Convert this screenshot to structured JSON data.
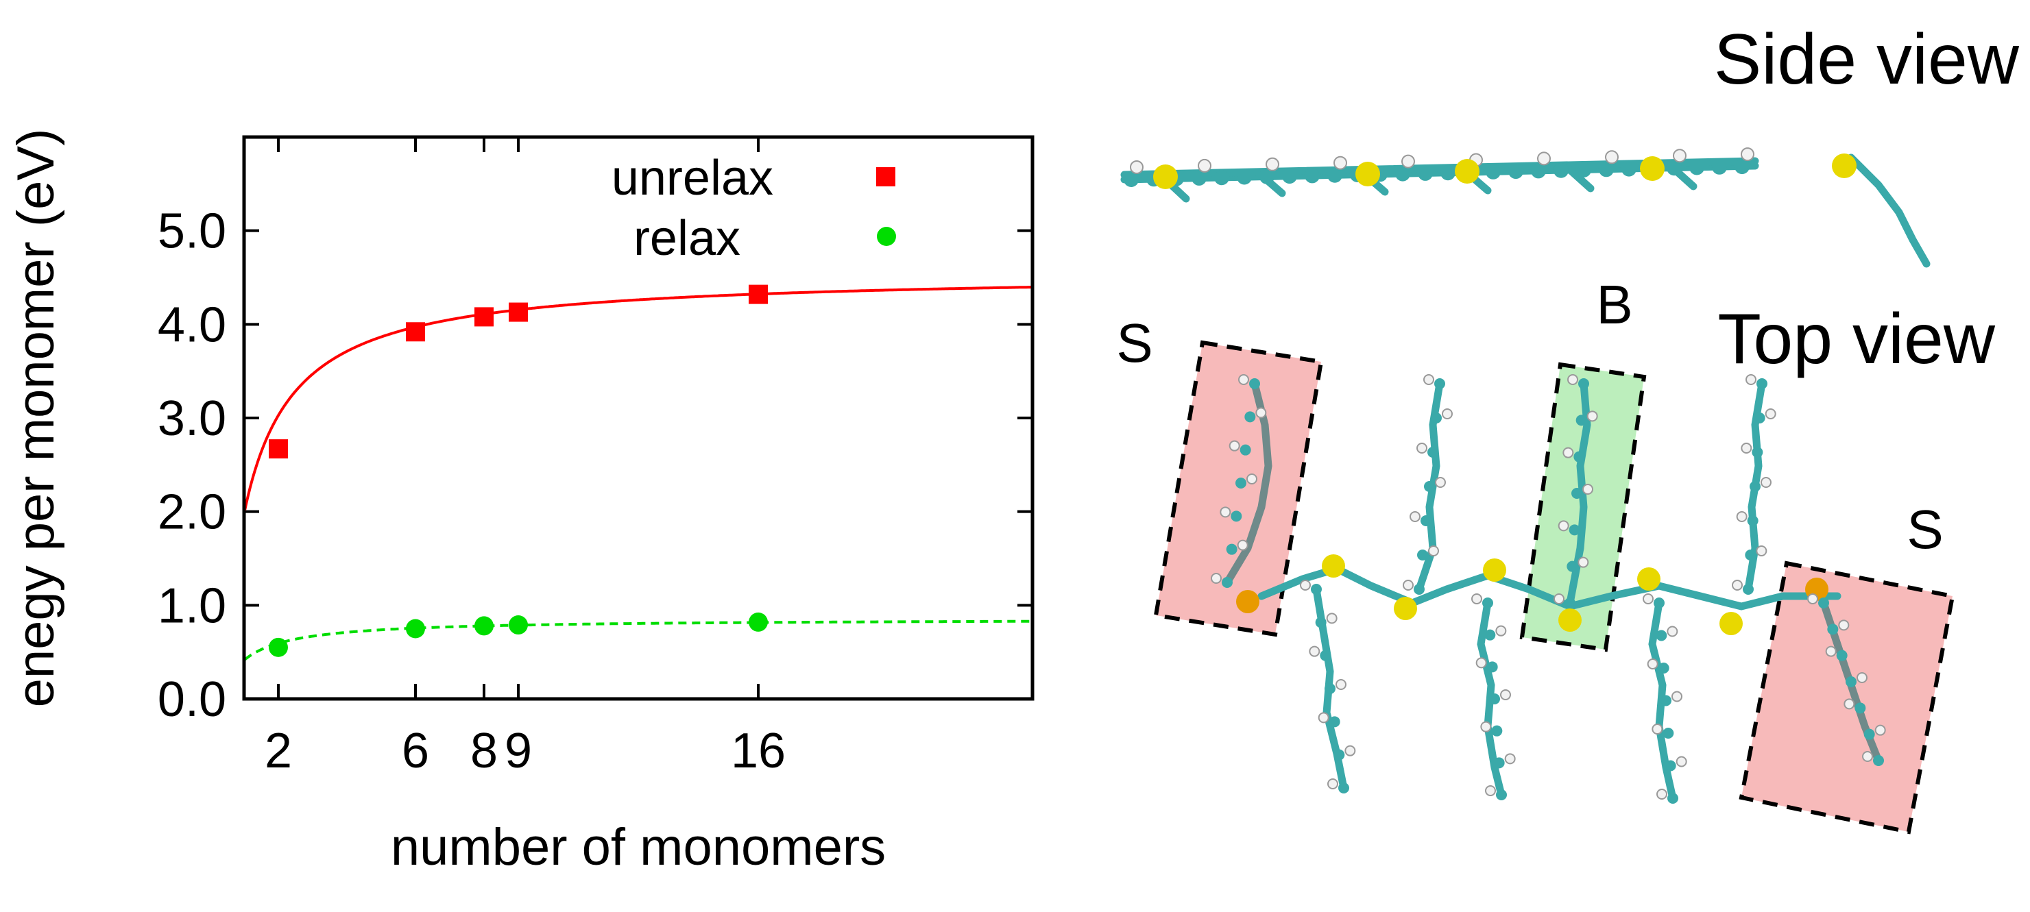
{
  "chart_data": {
    "type": "scatter",
    "xlabel": "number of monomers",
    "ylabel": "enegy per monomer (eV)",
    "xlim": [
      1,
      24
    ],
    "ylim": [
      0.0,
      6.0
    ],
    "x_ticks": [
      2,
      6,
      8,
      9,
      16
    ],
    "x_tick_labels": [
      "2",
      "6",
      "8",
      "9",
      "16"
    ],
    "y_ticks": [
      0.0,
      1.0,
      2.0,
      3.0,
      4.0,
      5.0
    ],
    "y_tick_labels": [
      "0.0",
      "1.0",
      "2.0",
      "3.0",
      "4.0",
      "5.0"
    ],
    "legend_position": "top-right",
    "series": [
      {
        "name": "unrelax",
        "color": "#ff0000",
        "marker": "square",
        "fit_line": "solid",
        "x": [
          2,
          6,
          8,
          9,
          16
        ],
        "y": [
          2.67,
          3.92,
          4.08,
          4.13,
          4.32
        ],
        "fit": {
          "a": 4.55,
          "b": 3.73,
          "x0": 0.45
        }
      },
      {
        "name": "relax",
        "color": "#00dd00",
        "marker": "circle",
        "fit_line": "dashed",
        "x": [
          2,
          6,
          8,
          9,
          16
        ],
        "y": [
          0.55,
          0.75,
          0.78,
          0.79,
          0.82
        ],
        "fit": {
          "a": 0.855,
          "b": 0.64,
          "x0": 0.45
        }
      }
    ]
  },
  "molecule_panel": {
    "side_view_title": "Side view",
    "top_view_title": "Top view",
    "region_labels": {
      "left": "S",
      "middle": "B",
      "right": "S"
    },
    "colors": {
      "carbon": "#3aa9a9",
      "sulfur": "#e8d800",
      "hydrogen": "#f2f2f2",
      "side_box": "#f4a3a3",
      "bulk_box": "#a6e8a6",
      "edge_sulfur": "#e89a00"
    }
  }
}
